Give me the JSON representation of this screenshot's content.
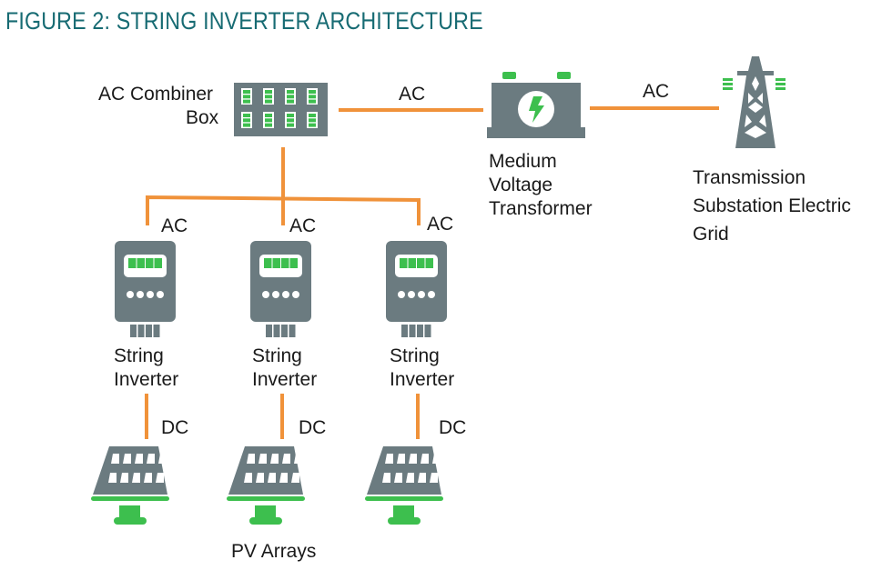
{
  "figure": {
    "title": "FIGURE 2: STRING INVERTER ARCHITECTURE"
  },
  "colors": {
    "title": "#176b73",
    "wire": "#f0923a",
    "device": "#6b7b80",
    "accent": "#3dbf4e",
    "text": "#1a1a1a"
  },
  "nodes": {
    "combiner": {
      "label_line1": "AC Combiner",
      "label_line2": "Box",
      "icon": "combiner-box-icon"
    },
    "transformer": {
      "label_lines": [
        "Medium",
        "Voltage",
        "Transformer"
      ],
      "icon": "transformer-icon"
    },
    "grid": {
      "label_lines": [
        "Transmission",
        "Substation Electric",
        "Grid"
      ],
      "icon": "transmission-tower-icon"
    },
    "inverters": [
      {
        "label_line1": "String",
        "label_line2": "Inverter",
        "icon": "string-inverter-icon"
      },
      {
        "label_line1": "String",
        "label_line2": "Inverter",
        "icon": "string-inverter-icon"
      },
      {
        "label_line1": "String",
        "label_line2": "Inverter",
        "icon": "string-inverter-icon"
      }
    ],
    "pv": {
      "label": "PV Arrays",
      "icon": "solar-panel-icon",
      "count": 3
    }
  },
  "connections": {
    "combiner_to_transformer": "AC",
    "transformer_to_grid": "AC",
    "inverter_ac": [
      "AC",
      "AC",
      "AC"
    ],
    "pv_dc": [
      "DC",
      "DC",
      "DC"
    ]
  }
}
